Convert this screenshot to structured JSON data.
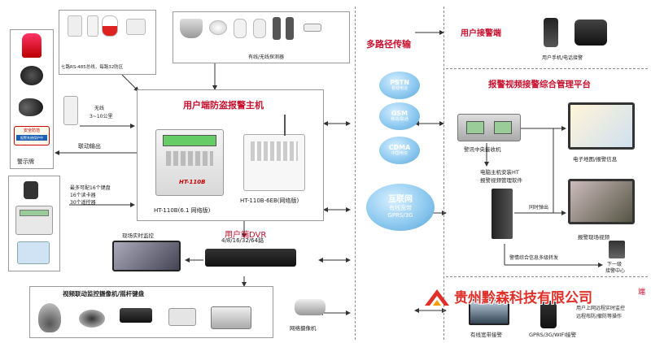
{
  "host": {
    "title": "用户端防盗报警主机",
    "model_a": "HT-110B(6.1 网络版)",
    "model_b": "HT-110B-6EB(网络版)",
    "panel_logo": "HT-110B"
  },
  "left": {
    "rs485": "七路RS-485总线，每路32防区",
    "wireless": "无线",
    "wireless_range": "3~10公里",
    "linkage_out": "联动输出",
    "sign_label": "警示牌",
    "sign_text_1": "安全防范",
    "sign_text_2": "报警系统保护中",
    "keyboard_line1": "最多可配16个键盘",
    "keyboard_line2": "16个读卡器",
    "keyboard_line3": "30个遥控器"
  },
  "top": {
    "detectors": "有线/无线探测器"
  },
  "dvr": {
    "title": "用户端DVR",
    "channels": "4/8/16/32/64路",
    "live_monitor": "现场实时监控"
  },
  "cameras": {
    "title": "视频联动监控摄像机/摇杆键盘",
    "network_camera": "网络摄像机"
  },
  "transmission": {
    "title": "多路径传输",
    "pstn": "PSTN",
    "pstn_sub": "有线电话",
    "gsm": "GSM",
    "gsm_sub": "移动/联通",
    "cdma": "CDMA",
    "cdma_sub": "中国电信",
    "internet": "互联网",
    "internet_sub1": "有线宽带",
    "internet_sub2": "GPRS/3G"
  },
  "right": {
    "user_alarm": "用户接警端",
    "phone_label": "用户手机/电话接警",
    "platform_title": "报警视频接警综合管理平台",
    "receiver": "警讯中央接收机",
    "software_1": "电脑主机安装HT",
    "software_2": "报警视频管理软件",
    "map_label": "电子地图/报警信息",
    "sync_out": "同时弹出",
    "scene_video": "报警现场视频",
    "forward": "警情综合信息多级转发",
    "next_level_1": "下一级",
    "next_level_2": "接警中心",
    "laptop_label": "有线宽带接警",
    "mobile_label": "GPRS/3G/WIFI接警",
    "remote_1": "用户上网远程实时监控",
    "remote_2": "远程布防/撤防等操作",
    "end_suffix": "端"
  },
  "watermark": {
    "company": "贵州黔森科技有限公司"
  },
  "colors": {
    "title_red": "#c8102e",
    "cloud_blue": "#8fcaf0"
  }
}
